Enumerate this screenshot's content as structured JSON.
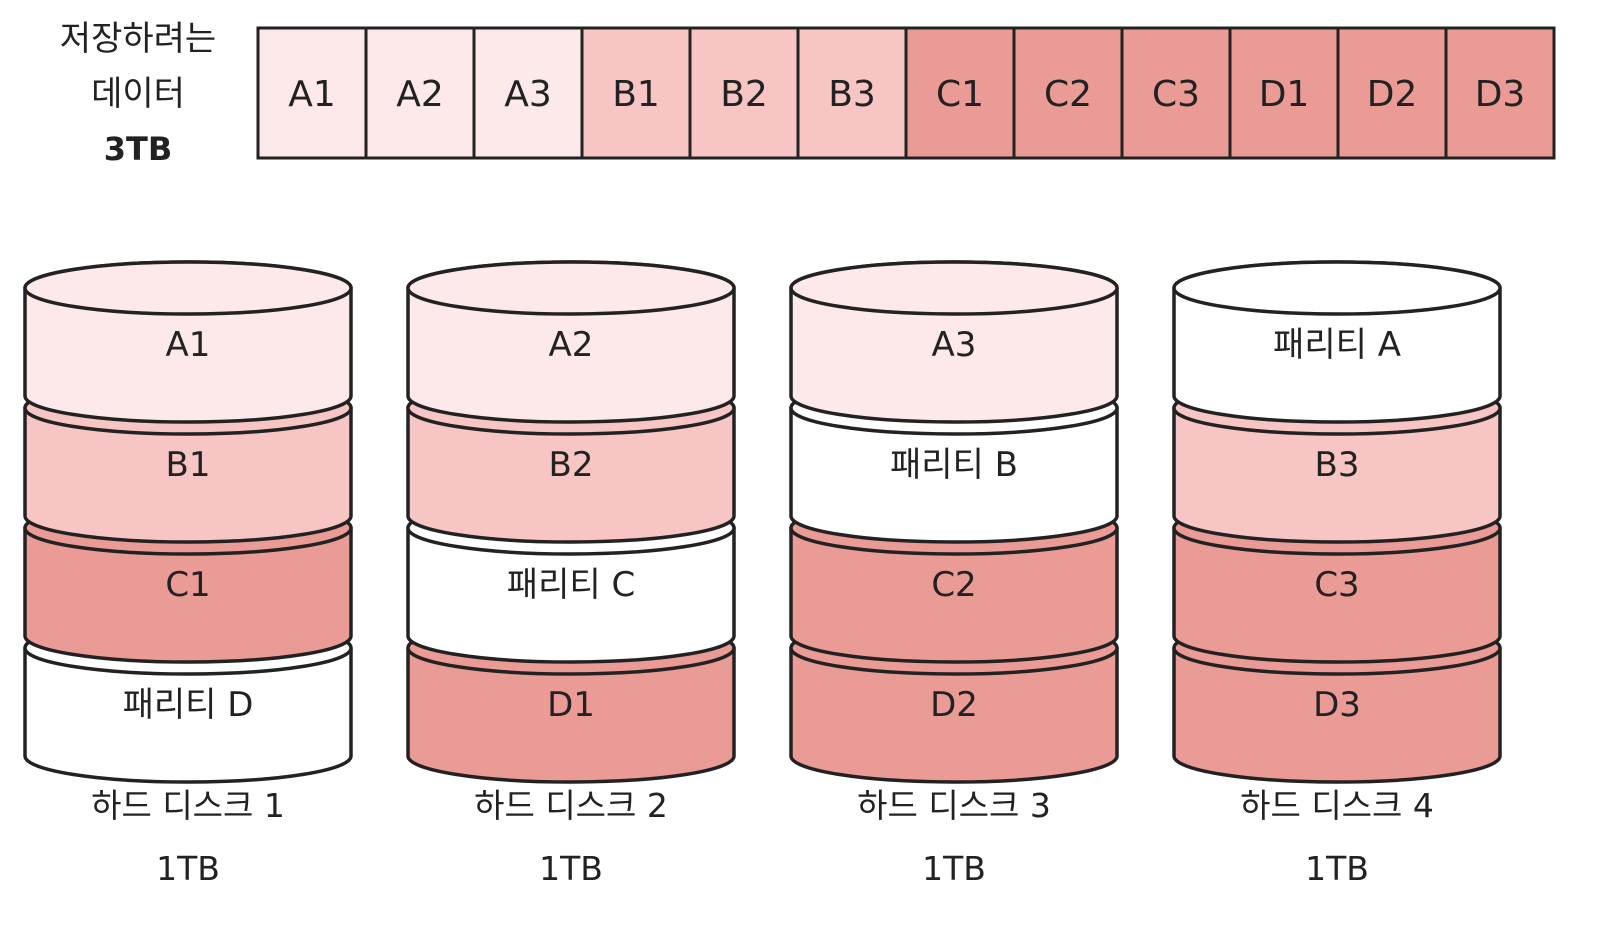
{
  "source_label": {
    "line1": "저장하려는",
    "line2": "데이터",
    "size": "3TB"
  },
  "colors": {
    "A": "#fde9ea",
    "B": "#f6c5c4",
    "C": "#eb9b96",
    "D": "#eb9b96",
    "parity": "#ffffff",
    "stroke": "#222222"
  },
  "blocks": [
    {
      "label": "A1",
      "group": "A"
    },
    {
      "label": "A2",
      "group": "A"
    },
    {
      "label": "A3",
      "group": "A"
    },
    {
      "label": "B1",
      "group": "B"
    },
    {
      "label": "B2",
      "group": "B"
    },
    {
      "label": "B3",
      "group": "B"
    },
    {
      "label": "C1",
      "group": "C"
    },
    {
      "label": "C2",
      "group": "C"
    },
    {
      "label": "C3",
      "group": "C"
    },
    {
      "label": "D1",
      "group": "D"
    },
    {
      "label": "D2",
      "group": "D"
    },
    {
      "label": "D3",
      "group": "D"
    }
  ],
  "disks": [
    {
      "name": "하드 디스크 1",
      "capacity": "1TB",
      "layers": [
        {
          "label": "A1",
          "group": "A"
        },
        {
          "label": "B1",
          "group": "B"
        },
        {
          "label": "C1",
          "group": "C"
        },
        {
          "label": "패리티 D",
          "group": "parity"
        }
      ]
    },
    {
      "name": "하드 디스크 2",
      "capacity": "1TB",
      "layers": [
        {
          "label": "A2",
          "group": "A"
        },
        {
          "label": "B2",
          "group": "B"
        },
        {
          "label": "패리티 C",
          "group": "parity"
        },
        {
          "label": "D1",
          "group": "D"
        }
      ]
    },
    {
      "name": "하드 디스크 3",
      "capacity": "1TB",
      "layers": [
        {
          "label": "A3",
          "group": "A"
        },
        {
          "label": "패리티 B",
          "group": "parity"
        },
        {
          "label": "C2",
          "group": "C"
        },
        {
          "label": "D2",
          "group": "D"
        }
      ]
    },
    {
      "name": "하드 디스크 4",
      "capacity": "1TB",
      "layers": [
        {
          "label": "패리티 A",
          "group": "parity"
        },
        {
          "label": "B3",
          "group": "B"
        },
        {
          "label": "C3",
          "group": "C"
        },
        {
          "label": "D3",
          "group": "D"
        }
      ]
    }
  ]
}
